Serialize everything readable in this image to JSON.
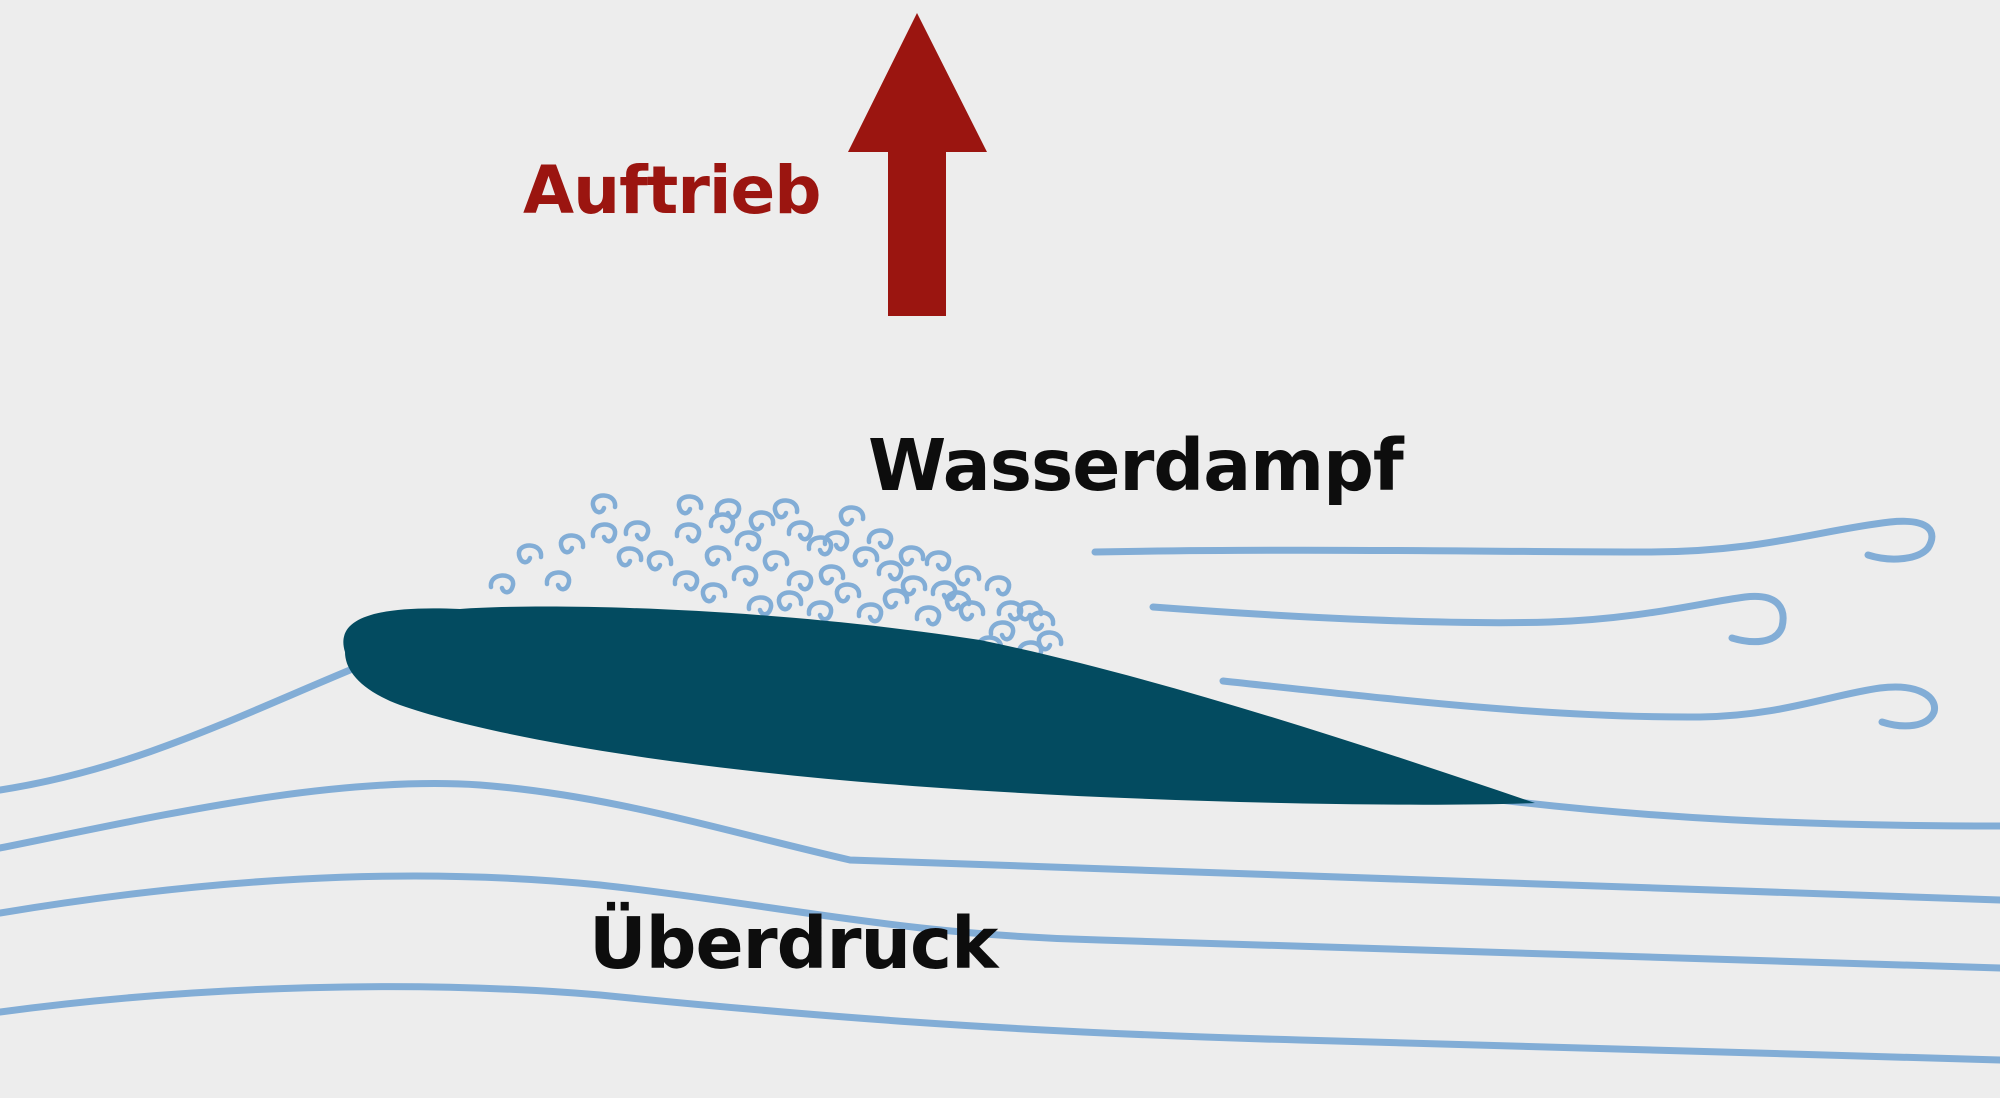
{
  "labels": {
    "lift": "Auftrieb",
    "vapor": "Wasserdampf",
    "overpressure": "Überdruck"
  },
  "icons": {
    "lift_arrow": "arrow-up-icon",
    "airfoil": "airfoil-icon",
    "vapor_curls": "vapor-curl-icon",
    "streamlines": "streamline-icon"
  },
  "colors": {
    "background": "#ededed",
    "lift": "#9b1510",
    "airfoil": "#034b60",
    "flow": "#82add6",
    "text": "#0d0d0d"
  }
}
